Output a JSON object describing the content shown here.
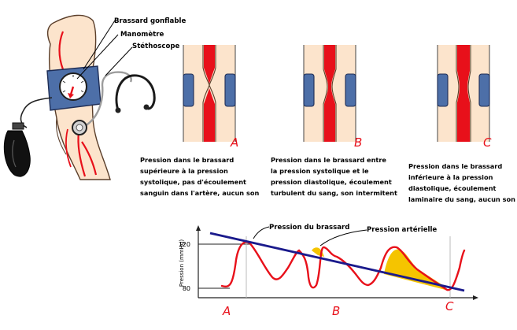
{
  "device_labels": {
    "cuff": "Brassard gonflable",
    "gauge": "Manomètre",
    "stethoscope": "Stéthoscope"
  },
  "panels": [
    {
      "letter": "A",
      "lines": [
        "Pression dans le brassard",
        "supérieure à la pression",
        "systolique, pas d'écoulement",
        "sanguin dans l'artère, aucun son"
      ]
    },
    {
      "letter": "B",
      "lines": [
        "Pression dans le brassard entre",
        "la pression systolique et le",
        "pression diastolique, écoulement",
        "turbulent du sang, son intermitent"
      ]
    },
    {
      "letter": "C",
      "lines": [
        "Pression dans le brassard",
        "inférieure à la pression",
        "diastolique, écoulement",
        "laminaire du sang, aucun son"
      ]
    }
  ],
  "chart": {
    "ylabel": "Pression (mmHg)",
    "tick_120": "120",
    "tick_80": "80",
    "legend_cuff": "Pression du brassard",
    "legend_arterial": "Pression artérielle",
    "phase_a": "A",
    "phase_b": "B",
    "phase_c": "C"
  },
  "colors": {
    "artery": "#e8101a",
    "cuff": "#4d6fa8",
    "arm": "#fce4cc",
    "cuff_line": "#1a1a8c",
    "turbulence_fill": "#f5c400"
  }
}
